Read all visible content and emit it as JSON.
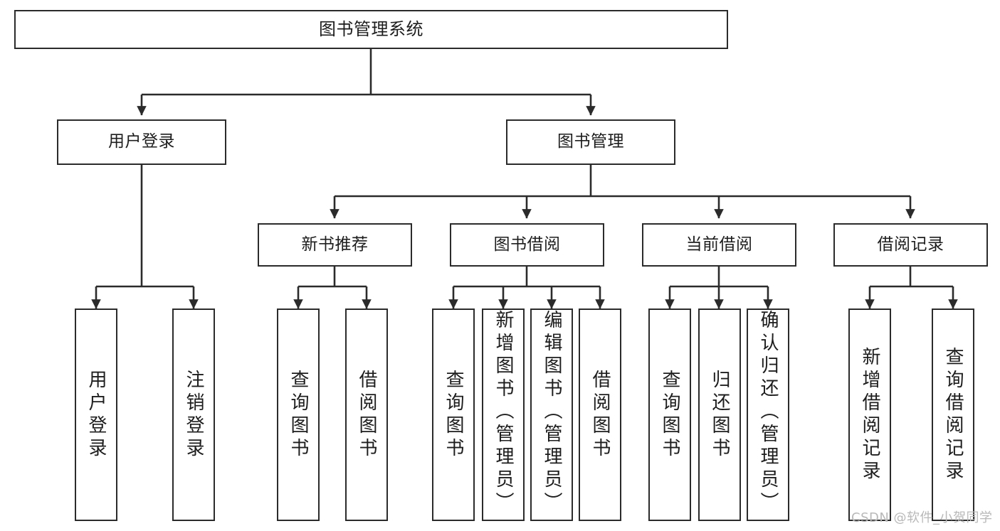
{
  "diagram": {
    "type": "tree",
    "title": "图书管理系统",
    "orientation": "top-down",
    "colors": {
      "box_border": "#2b2b2b",
      "box_fill": "#ffffff",
      "edge": "#2b2b2b",
      "text": "#1d1d1d",
      "watermark": "#b9b9b9"
    },
    "nodes": {
      "root": {
        "label": "图书管理系统"
      },
      "level2": [
        {
          "id": "user-login",
          "label": "用户登录"
        },
        {
          "id": "book-management",
          "label": "图书管理"
        }
      ],
      "level3": [
        {
          "id": "new-book-recommend",
          "label": "新书推荐"
        },
        {
          "id": "book-borrow",
          "label": "图书借阅"
        },
        {
          "id": "current-borrow",
          "label": "当前借阅"
        },
        {
          "id": "borrow-record",
          "label": "借阅记录"
        }
      ],
      "leaves": {
        "user-login": [
          {
            "id": "leaf-user-login",
            "label": "用户登录"
          },
          {
            "id": "leaf-logout",
            "label": "注销登录"
          }
        ],
        "new-book-recommend": [
          {
            "id": "leaf-query-book-1",
            "label": "查询图书"
          },
          {
            "id": "leaf-borrow-book-1",
            "label": "借阅图书"
          }
        ],
        "book-borrow": [
          {
            "id": "leaf-query-book-2",
            "label": "查询图书"
          },
          {
            "id": "leaf-add-book",
            "label": "新增图书（管理员）"
          },
          {
            "id": "leaf-edit-book",
            "label": "编辑图书（管理员）"
          },
          {
            "id": "leaf-borrow-book-2",
            "label": "借阅图书"
          }
        ],
        "current-borrow": [
          {
            "id": "leaf-query-book-3",
            "label": "查询图书"
          },
          {
            "id": "leaf-return-book",
            "label": "归还图书"
          },
          {
            "id": "leaf-confirm-return",
            "label": "确认归还（管理员）"
          }
        ],
        "borrow-record": [
          {
            "id": "leaf-add-record",
            "label": "新增借阅记录"
          },
          {
            "id": "leaf-query-record",
            "label": "查询借阅记录"
          }
        ]
      }
    },
    "watermark": "CSDN @软件_小贺同学"
  }
}
